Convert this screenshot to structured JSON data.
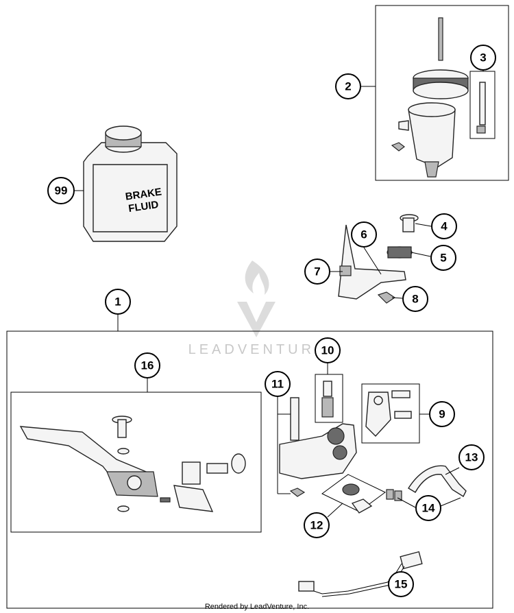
{
  "bottle": {
    "label_line1": "BRAKE",
    "label_line2": "FLUID"
  },
  "watermark": "LEADVENTURE",
  "footer": "Rendered by LeadVenture, Inc.",
  "callouts": [
    "1",
    "2",
    "3",
    "4",
    "5",
    "6",
    "7",
    "8",
    "9",
    "10",
    "11",
    "12",
    "13",
    "14",
    "15",
    "16",
    "99"
  ]
}
